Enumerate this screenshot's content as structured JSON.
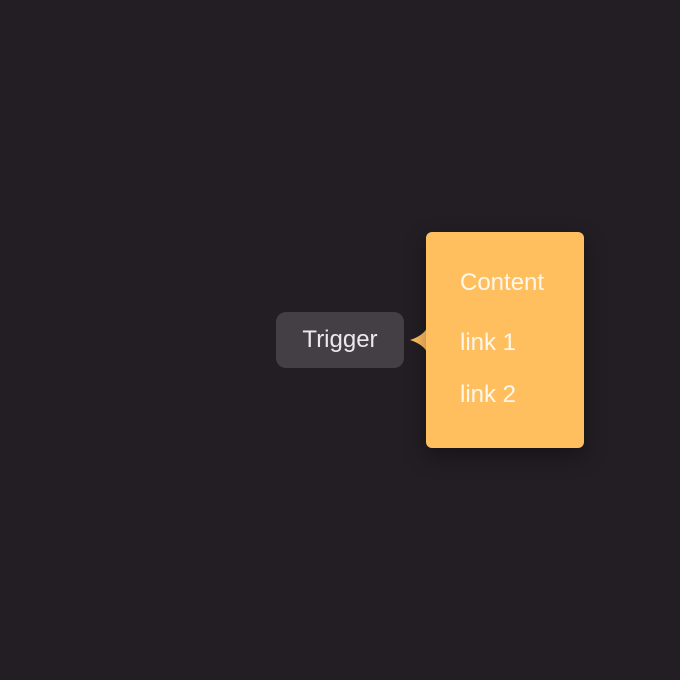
{
  "trigger": {
    "label": "Trigger"
  },
  "popover": {
    "title": "Content",
    "links": [
      {
        "label": "link 1"
      },
      {
        "label": "link 2"
      }
    ]
  },
  "colors": {
    "background": "#221e23",
    "trigger_bg": "#433f44",
    "popover_bg": "#ffbf5f",
    "text_light": "#fff7ec"
  }
}
